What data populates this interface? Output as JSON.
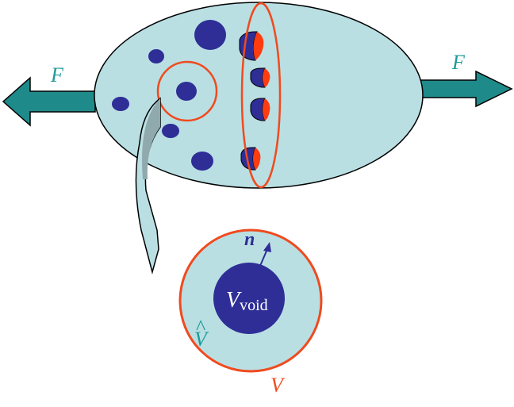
{
  "labels": {
    "force_left": "F",
    "force_right": "F",
    "normal": "n",
    "void_volume_main": "V",
    "void_volume_sub": "void",
    "matrix_volume": "V",
    "matrix_volume_hat": "^",
    "total_volume": "V"
  },
  "colors": {
    "specimen_fill": "#b9dfe3",
    "void_fill": "#2e2e96",
    "highlight_ring": "#f04a1e",
    "arrow_fill": "#1f8a8a",
    "label_teal": "#1f9a9a",
    "crack_tip": "#ff3b10",
    "outline": "#000000"
  }
}
